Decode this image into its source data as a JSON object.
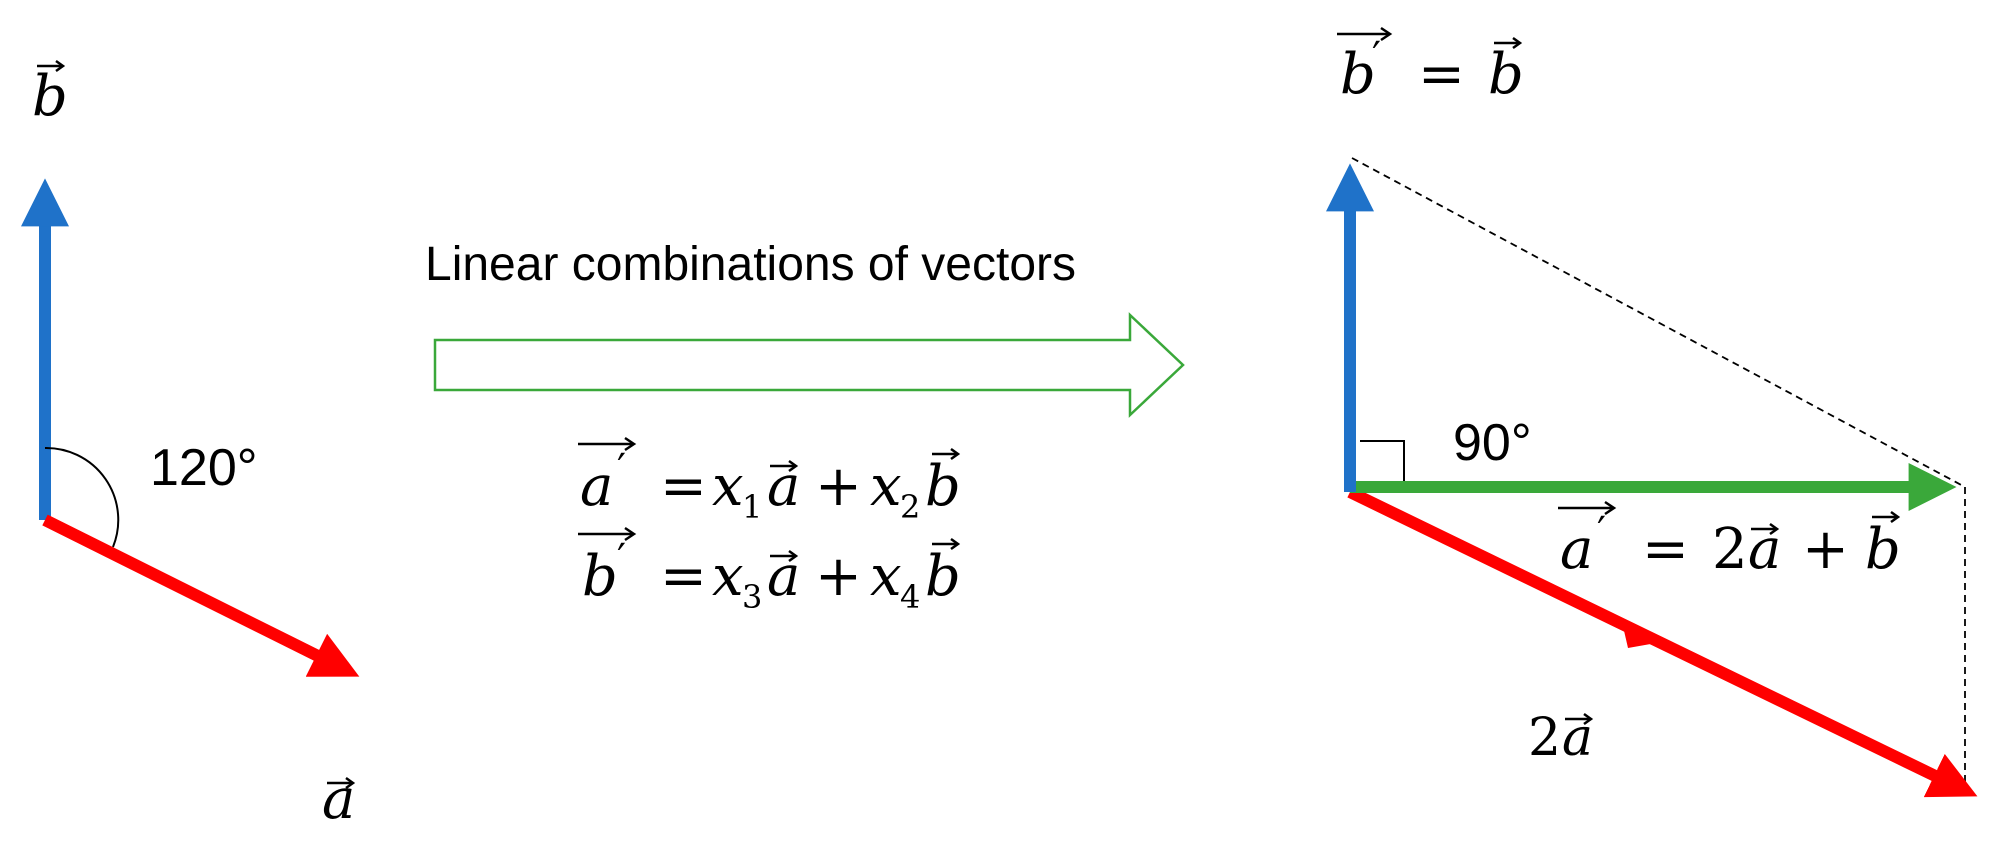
{
  "title": "Linear combinations of vectors",
  "colors": {
    "vector_a": "#ff0000",
    "vector_b": "#1f72c9",
    "vector_a_prime": "#3aa83a",
    "process_arrow": "#3aa83a",
    "guide": "#000000"
  },
  "left": {
    "label_a_letter": "a",
    "label_b_letter": "b",
    "angle_label": "120°"
  },
  "middle": {
    "eq1": {
      "lhs": "a",
      "equals": "=",
      "c1": "x",
      "c1_sub": "1",
      "v1": "a",
      "plus": "+",
      "c2": "x",
      "c2_sub": "2",
      "v2": "b"
    },
    "eq2": {
      "lhs": "b",
      "equals": "=",
      "c1": "x",
      "c1_sub": "3",
      "v1": "a",
      "plus": "+",
      "c2": "x",
      "c2_sub": "4",
      "v2": "b"
    }
  },
  "right": {
    "b_prime": {
      "lhs": "b",
      "equals": "=",
      "rhs": "b"
    },
    "angle_label": "90°",
    "a_prime": {
      "lhs": "a",
      "equals": "=",
      "coef": "2",
      "v1": "a",
      "plus": "+",
      "v2": "b"
    },
    "two_a": {
      "coef": "2",
      "v": "a"
    }
  }
}
